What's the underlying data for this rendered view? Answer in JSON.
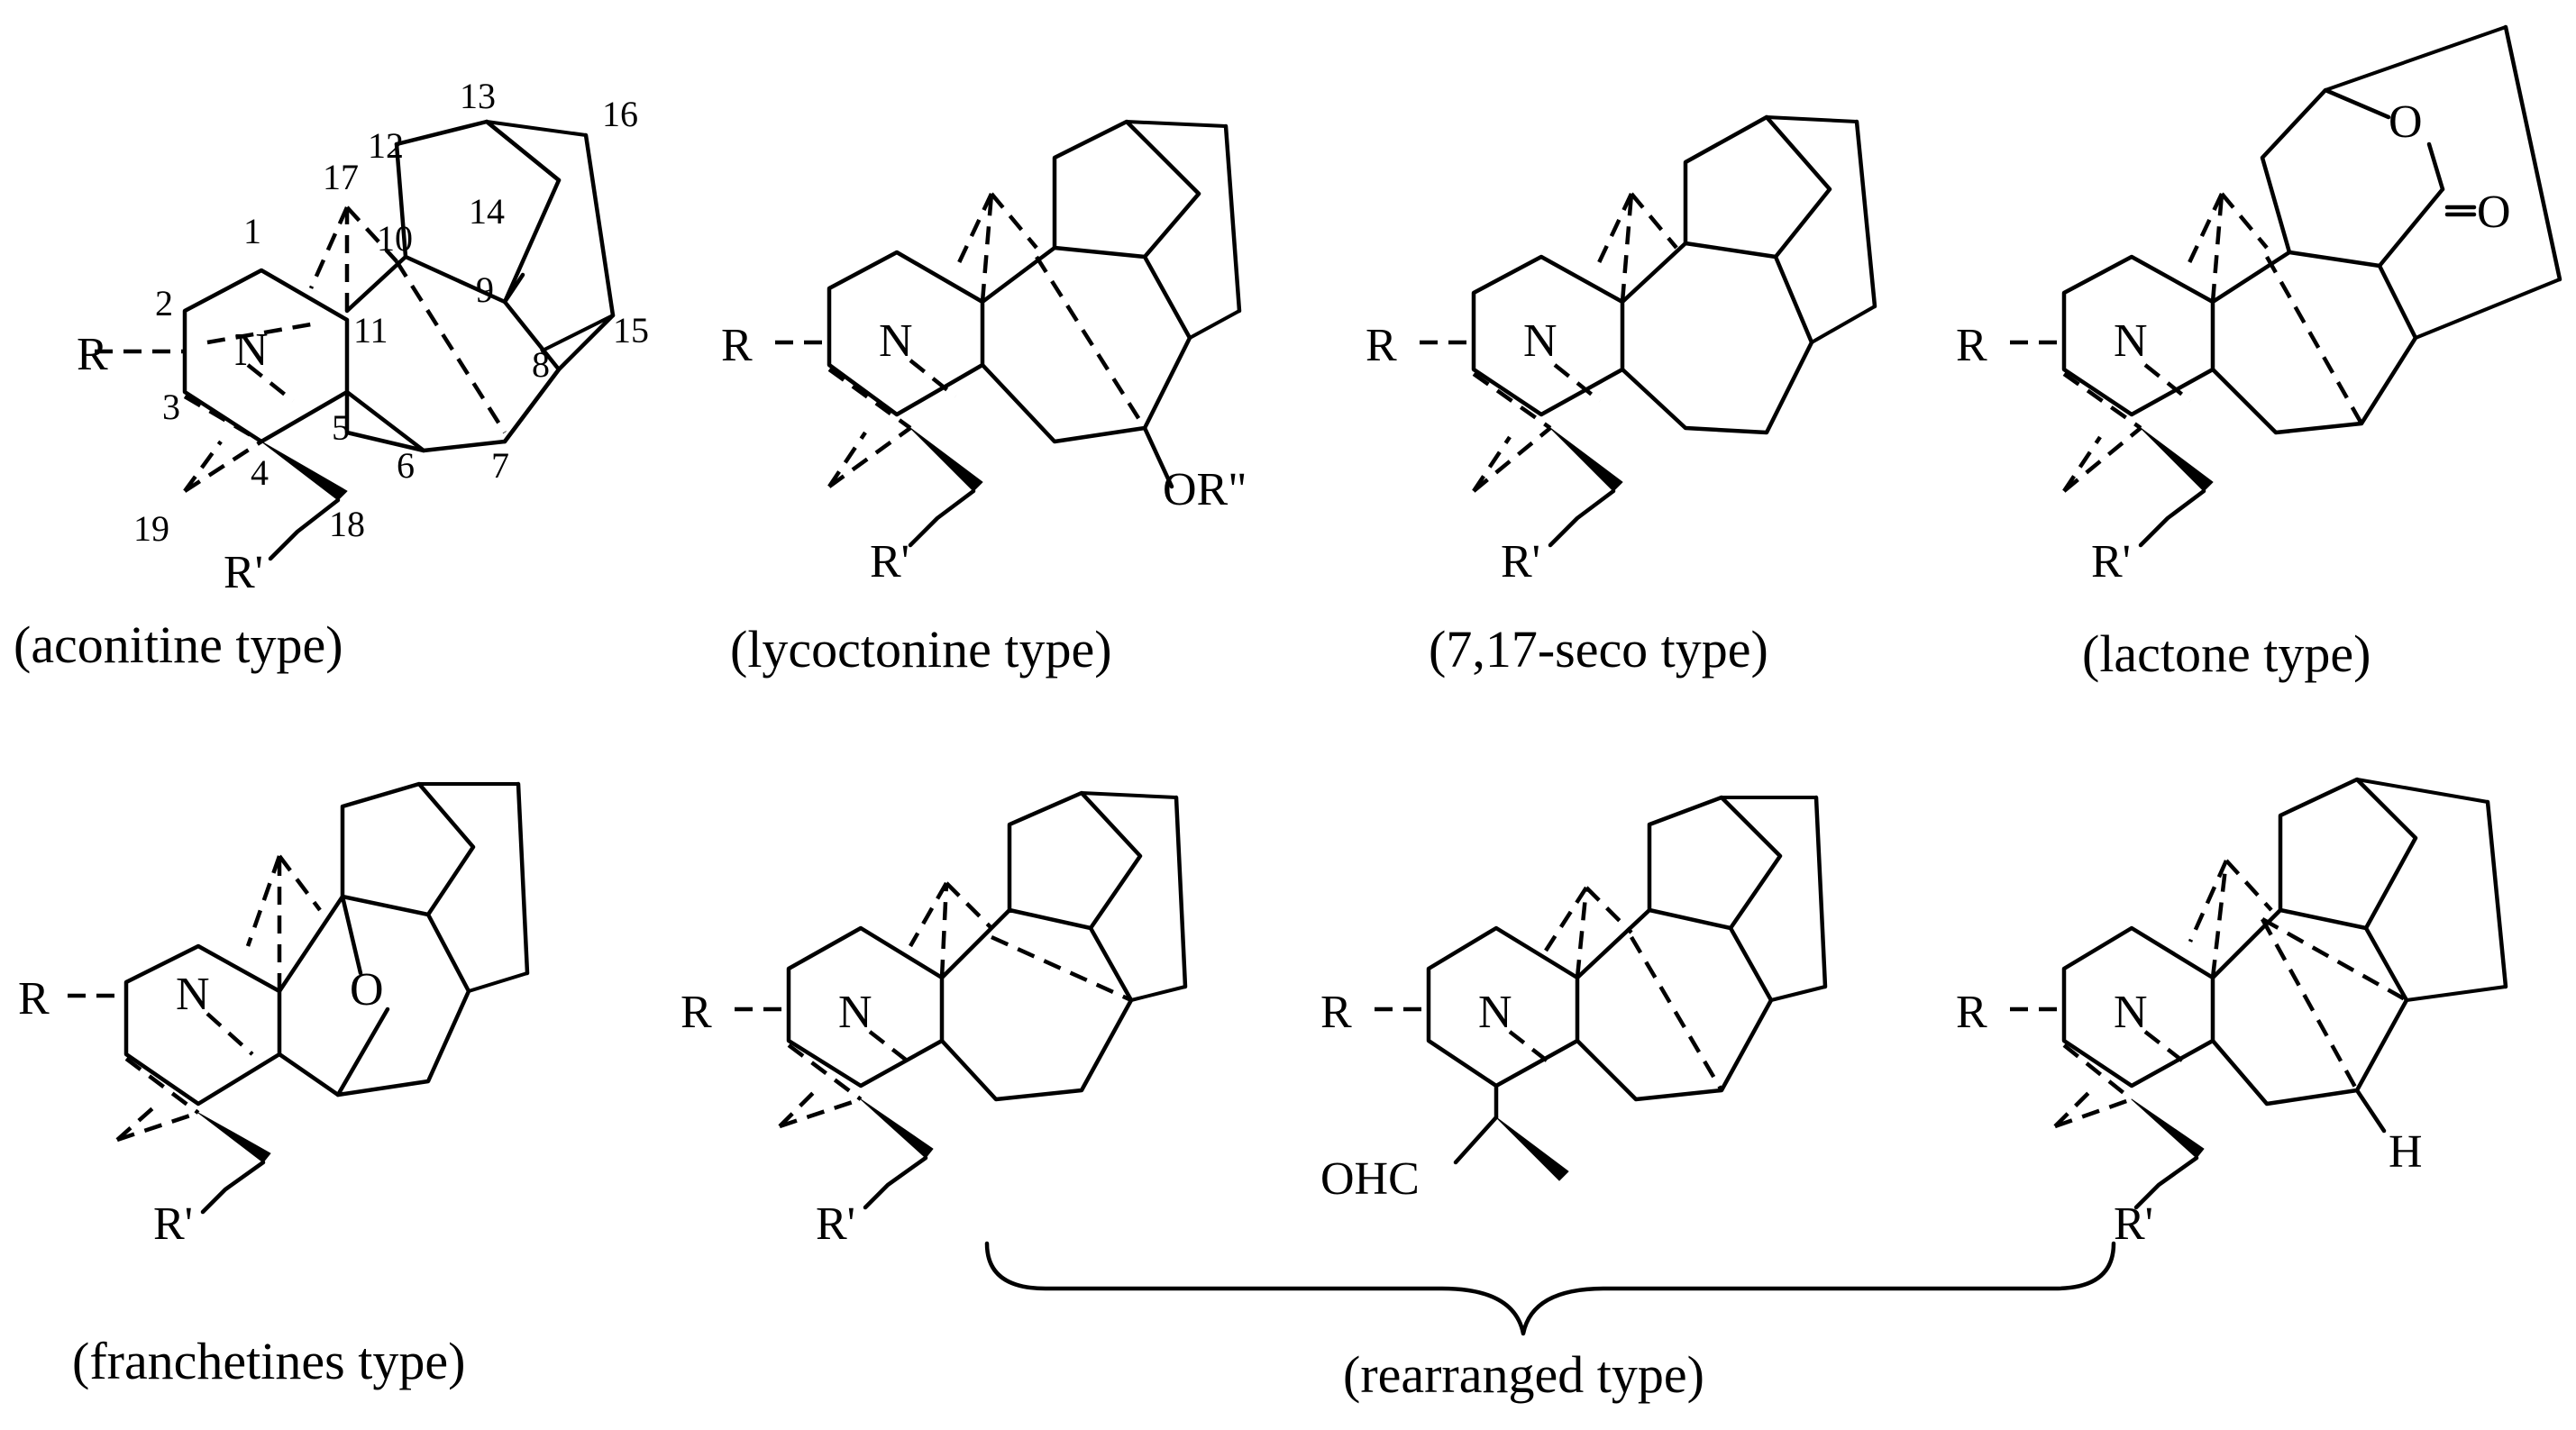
{
  "captions": {
    "aconitine": "(aconitine type)",
    "lycoctonine": "(lycoctonine type)",
    "seco": "(7,17-seco type)",
    "lactone": "(lactone type)",
    "franchetines": "(franchetines type)",
    "rearranged": "(rearranged type)"
  },
  "atoms": {
    "n": "N",
    "r": "R",
    "r_prime": "R'",
    "or_double_prime": "OR\"",
    "o": "O",
    "ohc": "OHC",
    "h": "H"
  },
  "numbering": [
    "1",
    "2",
    "3",
    "4",
    "5",
    "6",
    "7",
    "8",
    "9",
    "10",
    "11",
    "12",
    "13",
    "14",
    "15",
    "16",
    "17",
    "18",
    "19"
  ]
}
